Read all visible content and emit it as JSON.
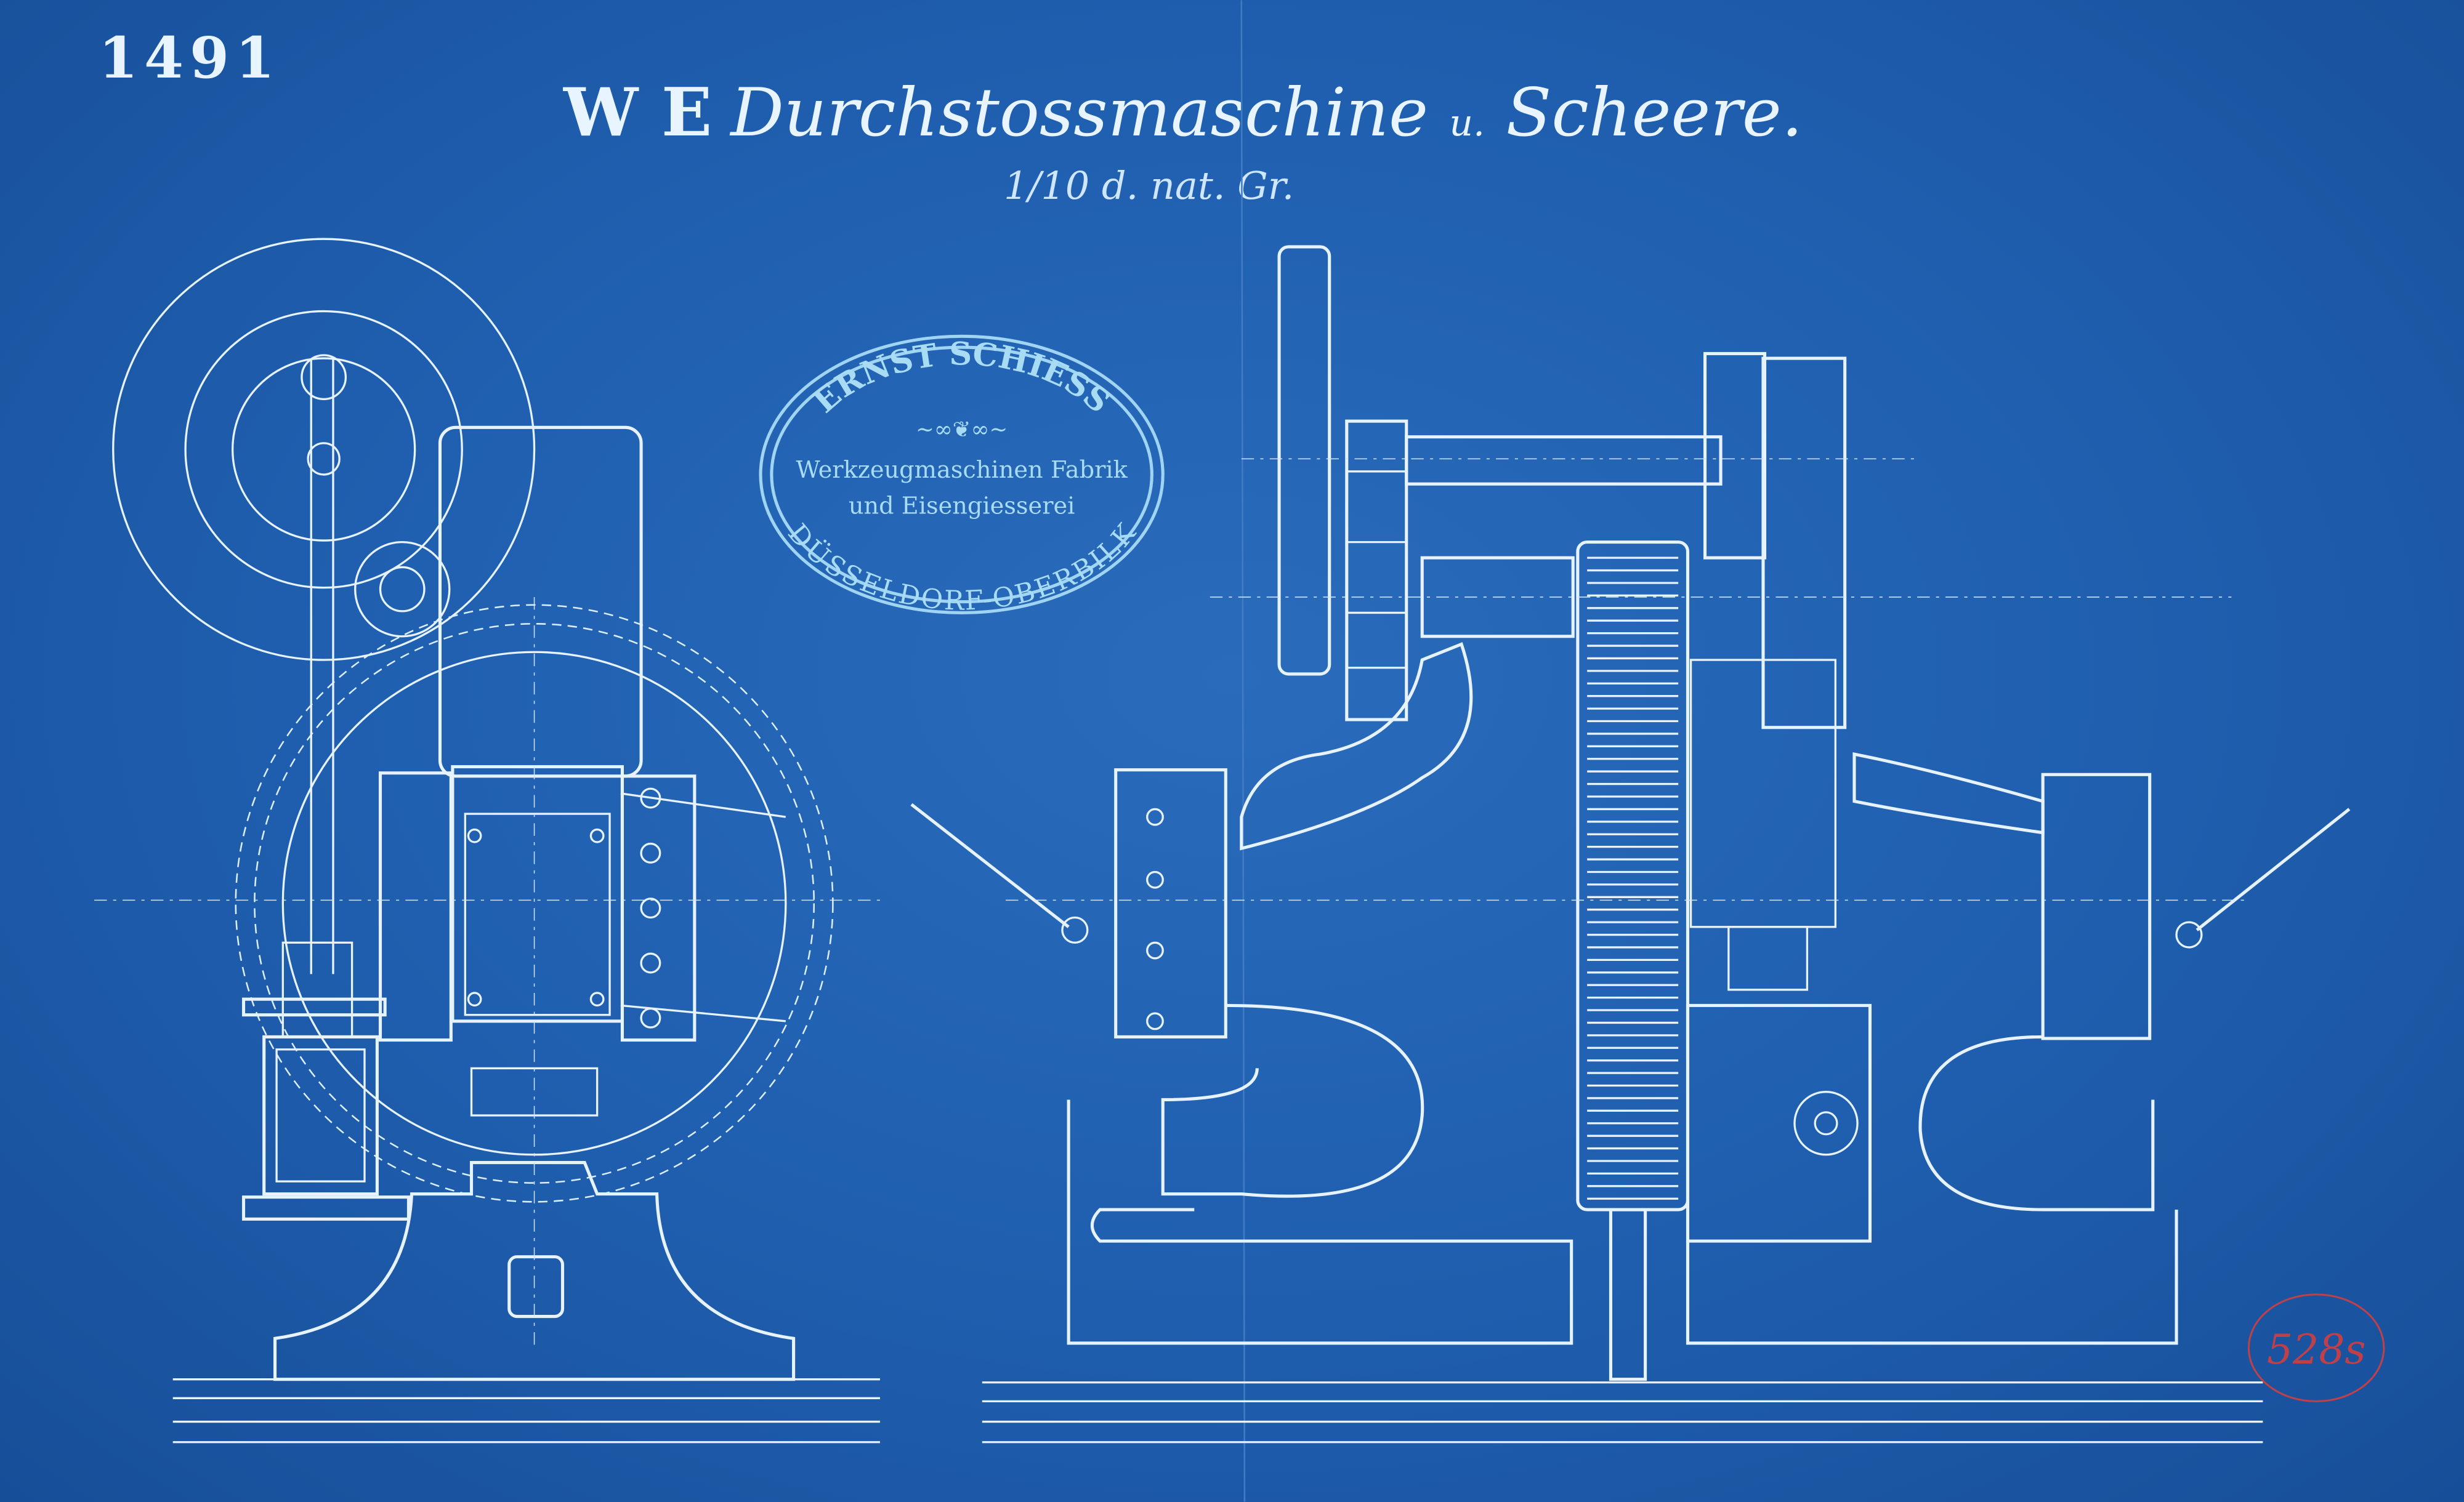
{
  "sheet_number": "1491",
  "title": {
    "prefix": "W E",
    "main": "Durchstossmaschine",
    "connector": "u.",
    "suffix": "Scheere."
  },
  "scale_note": "1/10 d. nat. Gr.",
  "maker_stamp": {
    "name": "ERNST SCHIESS",
    "line1": "Werkzeugmaschinen Fabrik",
    "line2": "und Eisengiesserei",
    "city": "DÜSSELDORF-OBERBILK"
  },
  "archive_stamp": "528s",
  "colors": {
    "paper": "#1f5eae",
    "lines": "#e6f3ff",
    "stamp": "#9fd4f2",
    "archive_stamp": "#c0404a"
  }
}
